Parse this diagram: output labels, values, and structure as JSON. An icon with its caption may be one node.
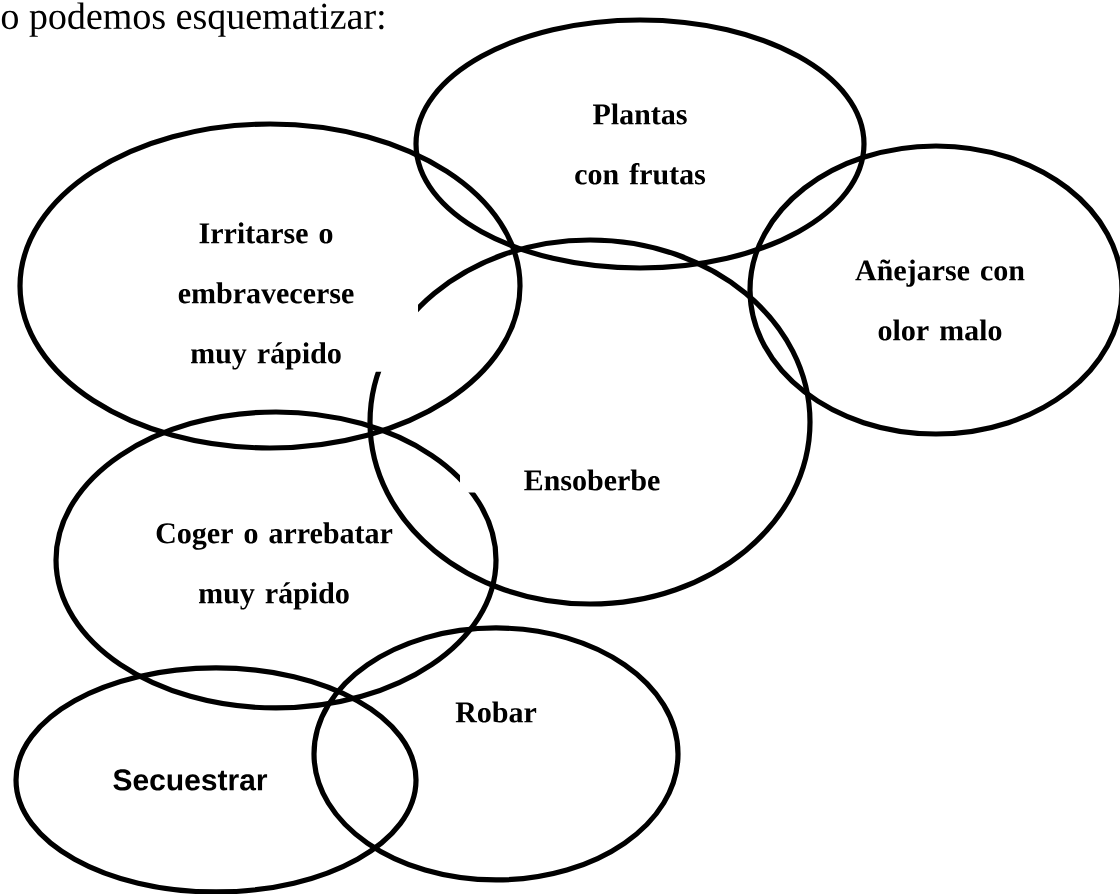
{
  "diagram": {
    "nodes": [
      {
        "text": [
          "Plantas con frutas"
        ]
      },
      {
        "text": [
          "Irritarse o embravecerse muy rápido"
        ]
      },
      {
        "text": [
          "Añejarse con olor malo"
        ]
      },
      {
        "text": [
          "Ensoberbe"
        ]
      },
      {
        "text": [
          "Coger o arrebatar muy rápido"
        ]
      },
      {
        "text": [
          "Secuestrar"
        ]
      },
      {
        "text": [
          "Robar"
        ]
      }
    ],
    "labels": [
      "o podemos esquematizar:"
    ]
  }
}
